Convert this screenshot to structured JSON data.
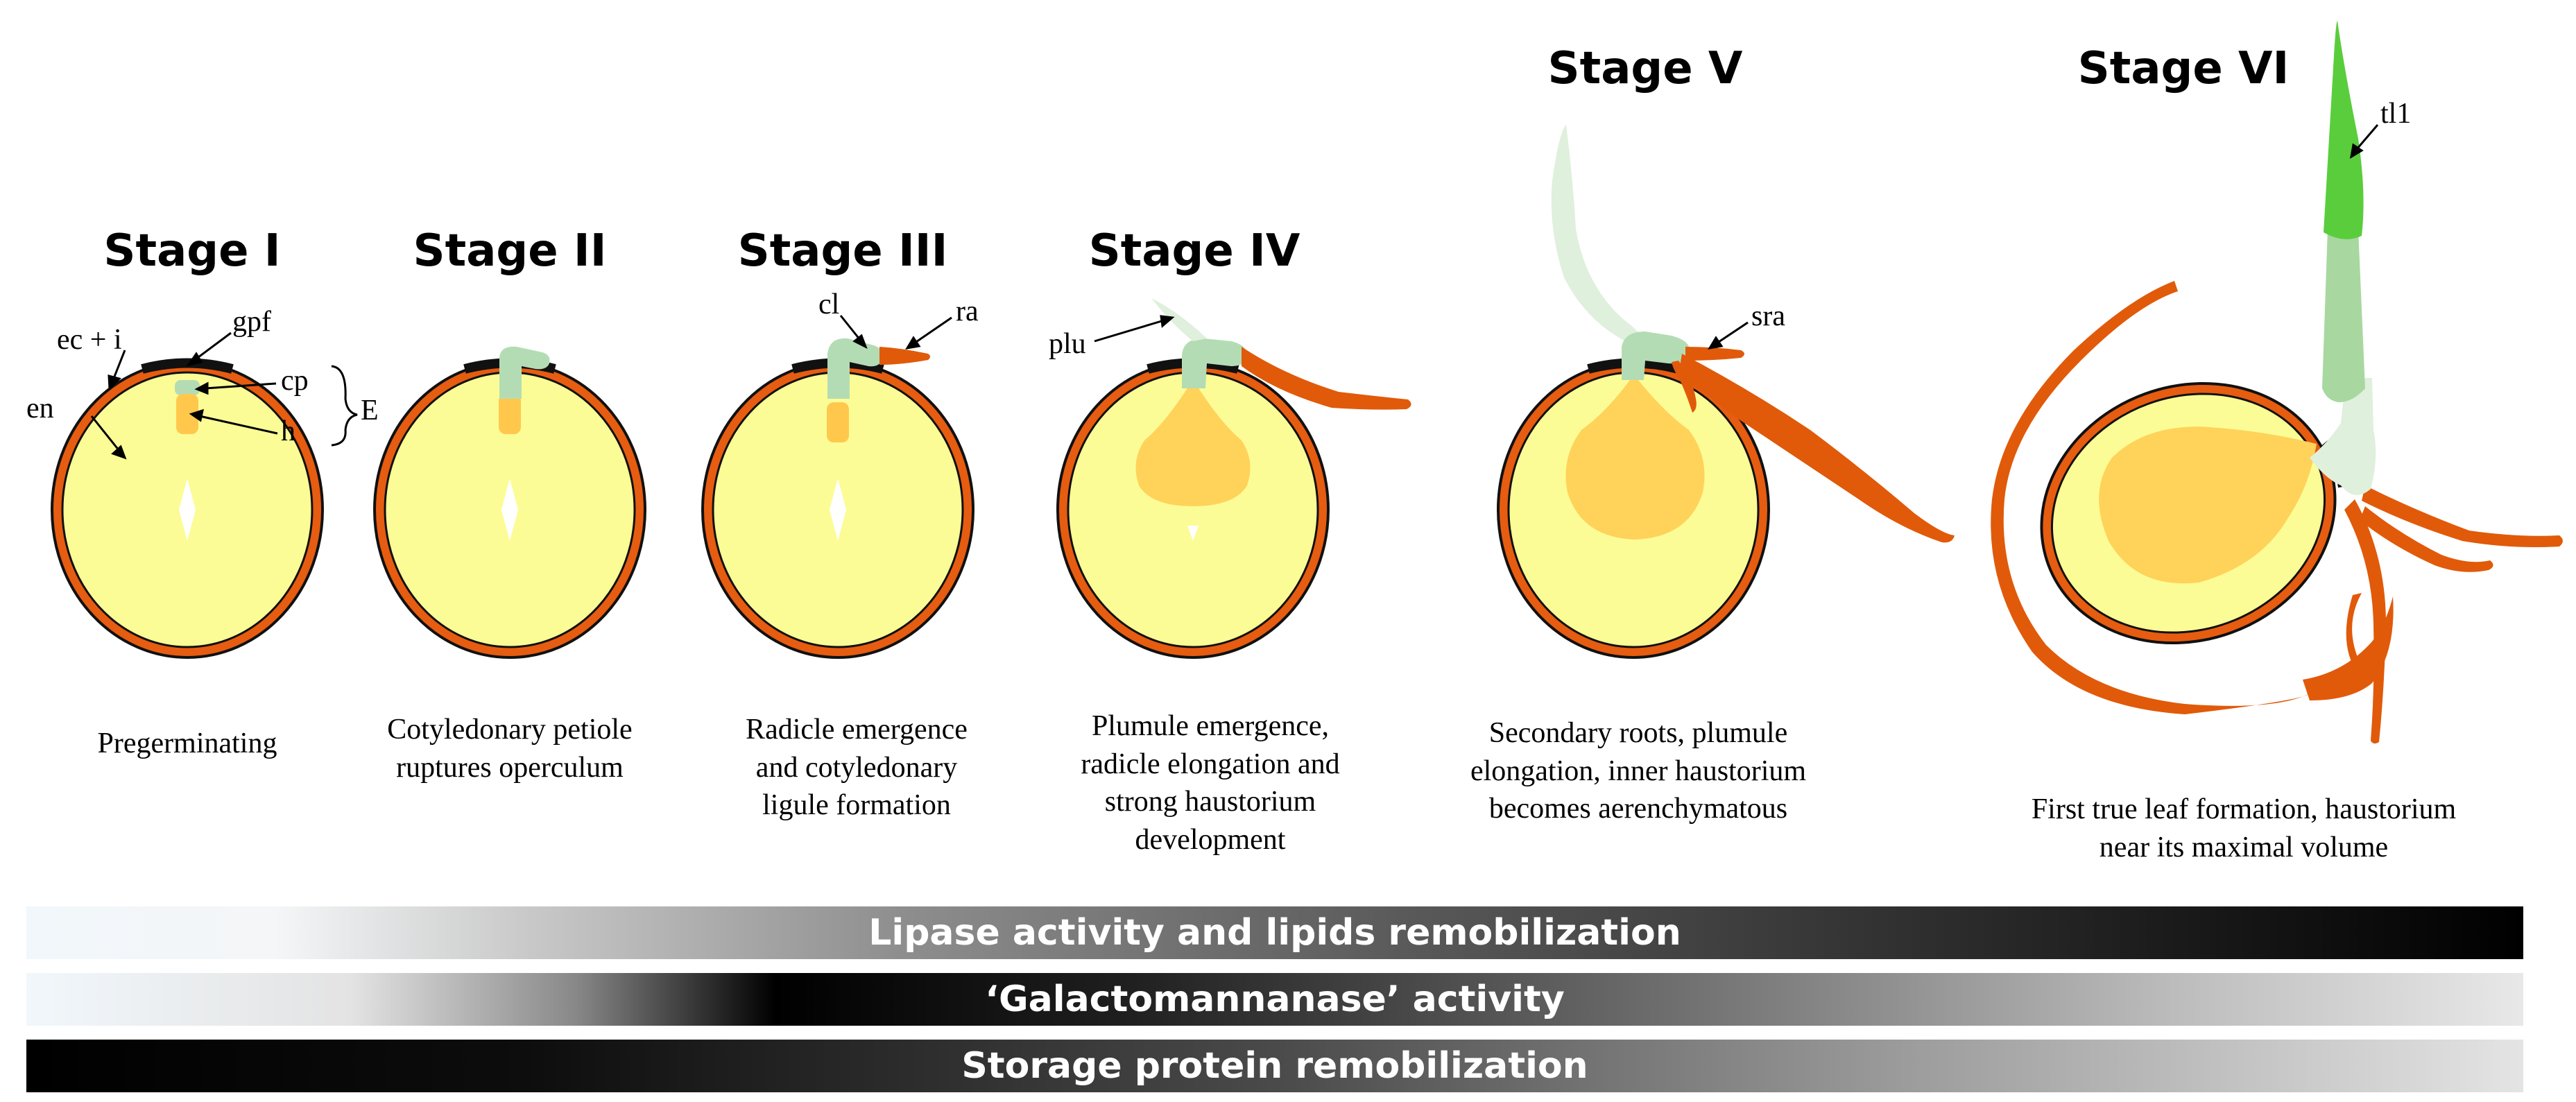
{
  "stages": [
    {
      "title": "Stage I",
      "caption": [
        "Pregerminating"
      ]
    },
    {
      "title": "Stage II",
      "caption": [
        "Cotyledonary petiole",
        "ruptures operculum"
      ]
    },
    {
      "title": "Stage III",
      "caption": [
        "Radicle emergence",
        "and cotyledonary",
        "ligule formation"
      ]
    },
    {
      "title": "Stage IV",
      "caption": [
        "Plumule emergence,",
        "radicle elongation and",
        "strong haustorium",
        "development"
      ]
    },
    {
      "title": "Stage V",
      "caption": [
        "Secondary roots, plumule",
        "elongation, inner haustorium",
        "becomes aerenchymatous"
      ]
    },
    {
      "title": "Stage VI",
      "caption": [
        "First true leaf formation, haustorium",
        "near its maximal volume"
      ]
    }
  ],
  "labels": {
    "ec_i": "ec + i",
    "gpf": "gpf",
    "en": "en",
    "cp": "cp",
    "h": "h",
    "E": "E",
    "cl": "cl",
    "ra": "ra",
    "plu": "plu",
    "sra": "sra",
    "tl1": "tl1"
  },
  "bars": [
    {
      "label": "Lipase activity and lipids remobilization"
    },
    {
      "label": "‘Galactomannanase’ activity"
    },
    {
      "label": "Storage protein remobilization"
    }
  ],
  "colors": {
    "endosperm": "#fcfc96",
    "seed_coat": "#e65c10",
    "embryo_green": "#b4dcb4",
    "haustorium": "#ffd25a",
    "leaf_green": "#5acd3c",
    "root": "#e05a0a"
  }
}
